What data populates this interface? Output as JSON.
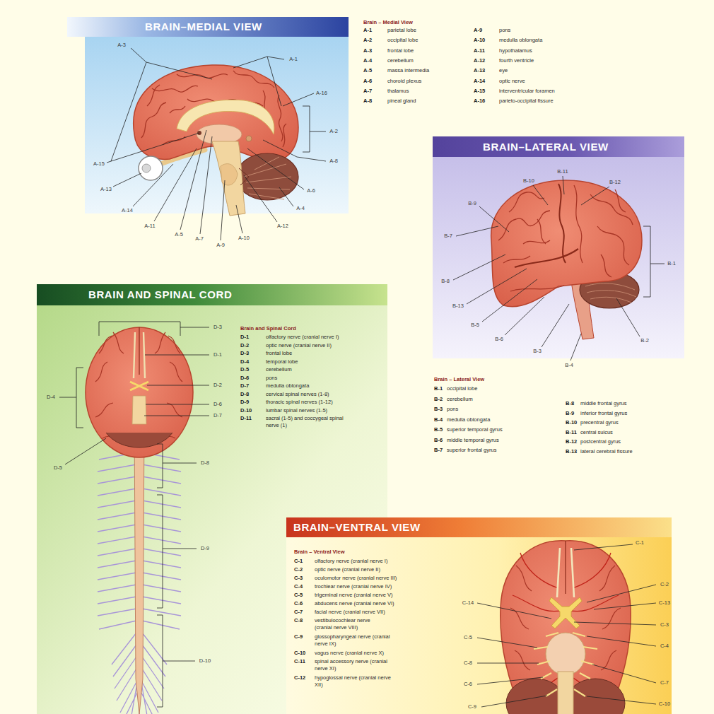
{
  "diagram": {
    "nodes": [
      {
        "text": [
          "BRAIN–MEDIAL VIEW"
        ]
      },
      {
        "text": [
          "BRAIN–LATERAL VIEW"
        ]
      },
      {
        "text": [
          "BRAIN AND SPINAL CORD"
        ]
      },
      {
        "text": [
          "BRAIN–VENTRAL VIEW"
        ]
      }
    ],
    "labels": [
      "A-3",
      "A-1",
      "A-16",
      "A-2",
      "A-8",
      "A-6",
      "A-4",
      "A-12",
      "A-10",
      "A-9",
      "A-7",
      "A-5",
      "A-11",
      "A-14",
      "A-13",
      "A-15",
      "Brain – Medial View",
      "A-1",
      "parietal lobe",
      "A-2",
      "occipital lobe",
      "A-3",
      "frontal lobe",
      "A-4",
      "cerebellum",
      "A-5",
      "massa intermedia",
      "A-6",
      "choroid plexus",
      "A-7",
      "thalamus",
      "A-8",
      "pineal gland",
      "A-9",
      "pons",
      "A-10",
      "medulla oblongata",
      "A-11",
      "hypothalamus",
      "A-12",
      "fourth ventricle",
      "A-13",
      "eye",
      "A-14",
      "optic nerve",
      "A-15",
      "interventricular foramen",
      "A-16",
      "parieto-occipital fissure",
      "B-11",
      "B-10",
      "B-12",
      "B-9",
      "B-7",
      "B-8",
      "B-13",
      "B-5",
      "B-6",
      "B-3",
      "B-4",
      "B-2",
      "B-1",
      "Brain – Lateral View",
      "B-1",
      "occipital lobe",
      "B-2",
      "cerebellum",
      "B-3",
      "pons",
      "B-4",
      "medulla oblongata",
      "B-5",
      "superior temporal gyrus",
      "B-6",
      "middle temporal gyrus",
      "B-7",
      "superior frontal gyrus",
      "B-8",
      "middle frontal gyrus",
      "B-9",
      "inferior frontal gyrus",
      "B-10",
      "precentral gyrus",
      "B-11",
      "central sulcus",
      "B-12",
      "postcentral gyrus",
      "B-13",
      "lateral cerebral fissure",
      "D-3",
      "D-1",
      "D-4",
      "D-2",
      "D-6",
      "D-7",
      "D-5",
      "D-8",
      "D-9",
      "D-10",
      "Brain and Spinal Cord",
      "D-1",
      "olfactory nerve (cranial nerve I)",
      "D-2",
      "optic nerve (cranial nerve II)",
      "D-3",
      "frontal lobe",
      "D-4",
      "temporal lobe",
      "D-5",
      "cerebellum",
      "D-6",
      "pons",
      "D-7",
      "medulla oblongata",
      "D-8",
      "cervical spinal nerves (1-8)",
      "D-9",
      "thoracic spinal nerves (1-12)",
      "D-10",
      "lumbar spinal nerves (1-5)",
      "D-11",
      "sacral (1-5) and coccygeal spinal nerve (1)",
      "Brain – Ventral View",
      "C-1",
      "olfactory nerve (cranial nerve I)",
      "C-2",
      "optic nerve (cranial nerve II)",
      "C-3",
      "oculomotor nerve (cranial nerve III)",
      "C-4",
      "trochlear nerve (cranial nerve IV)",
      "C-5",
      "trigeminal nerve (cranial nerve V)",
      "C-6",
      "abducens nerve (cranial nerve VI)",
      "C-7",
      "facial nerve (cranial nerve VII)",
      "C-8",
      "vestibulocochlear nerve (cranial nerve VIII)",
      "C-9",
      "glossopharyngeal nerve (cranial nerve IX)",
      "C-10",
      "vagus nerve (cranial nerve X)",
      "C-11",
      "spinal accessory nerve (cranial nerve XI)",
      "C-12",
      "hypoglossal nerve (cranial nerve XII)",
      "C-1",
      "C-2",
      "C-13",
      "C-3",
      "C-4",
      "C-7",
      "C-10",
      "C-14",
      "C-5",
      "C-8",
      "C-6",
      "C-9"
    ]
  }
}
